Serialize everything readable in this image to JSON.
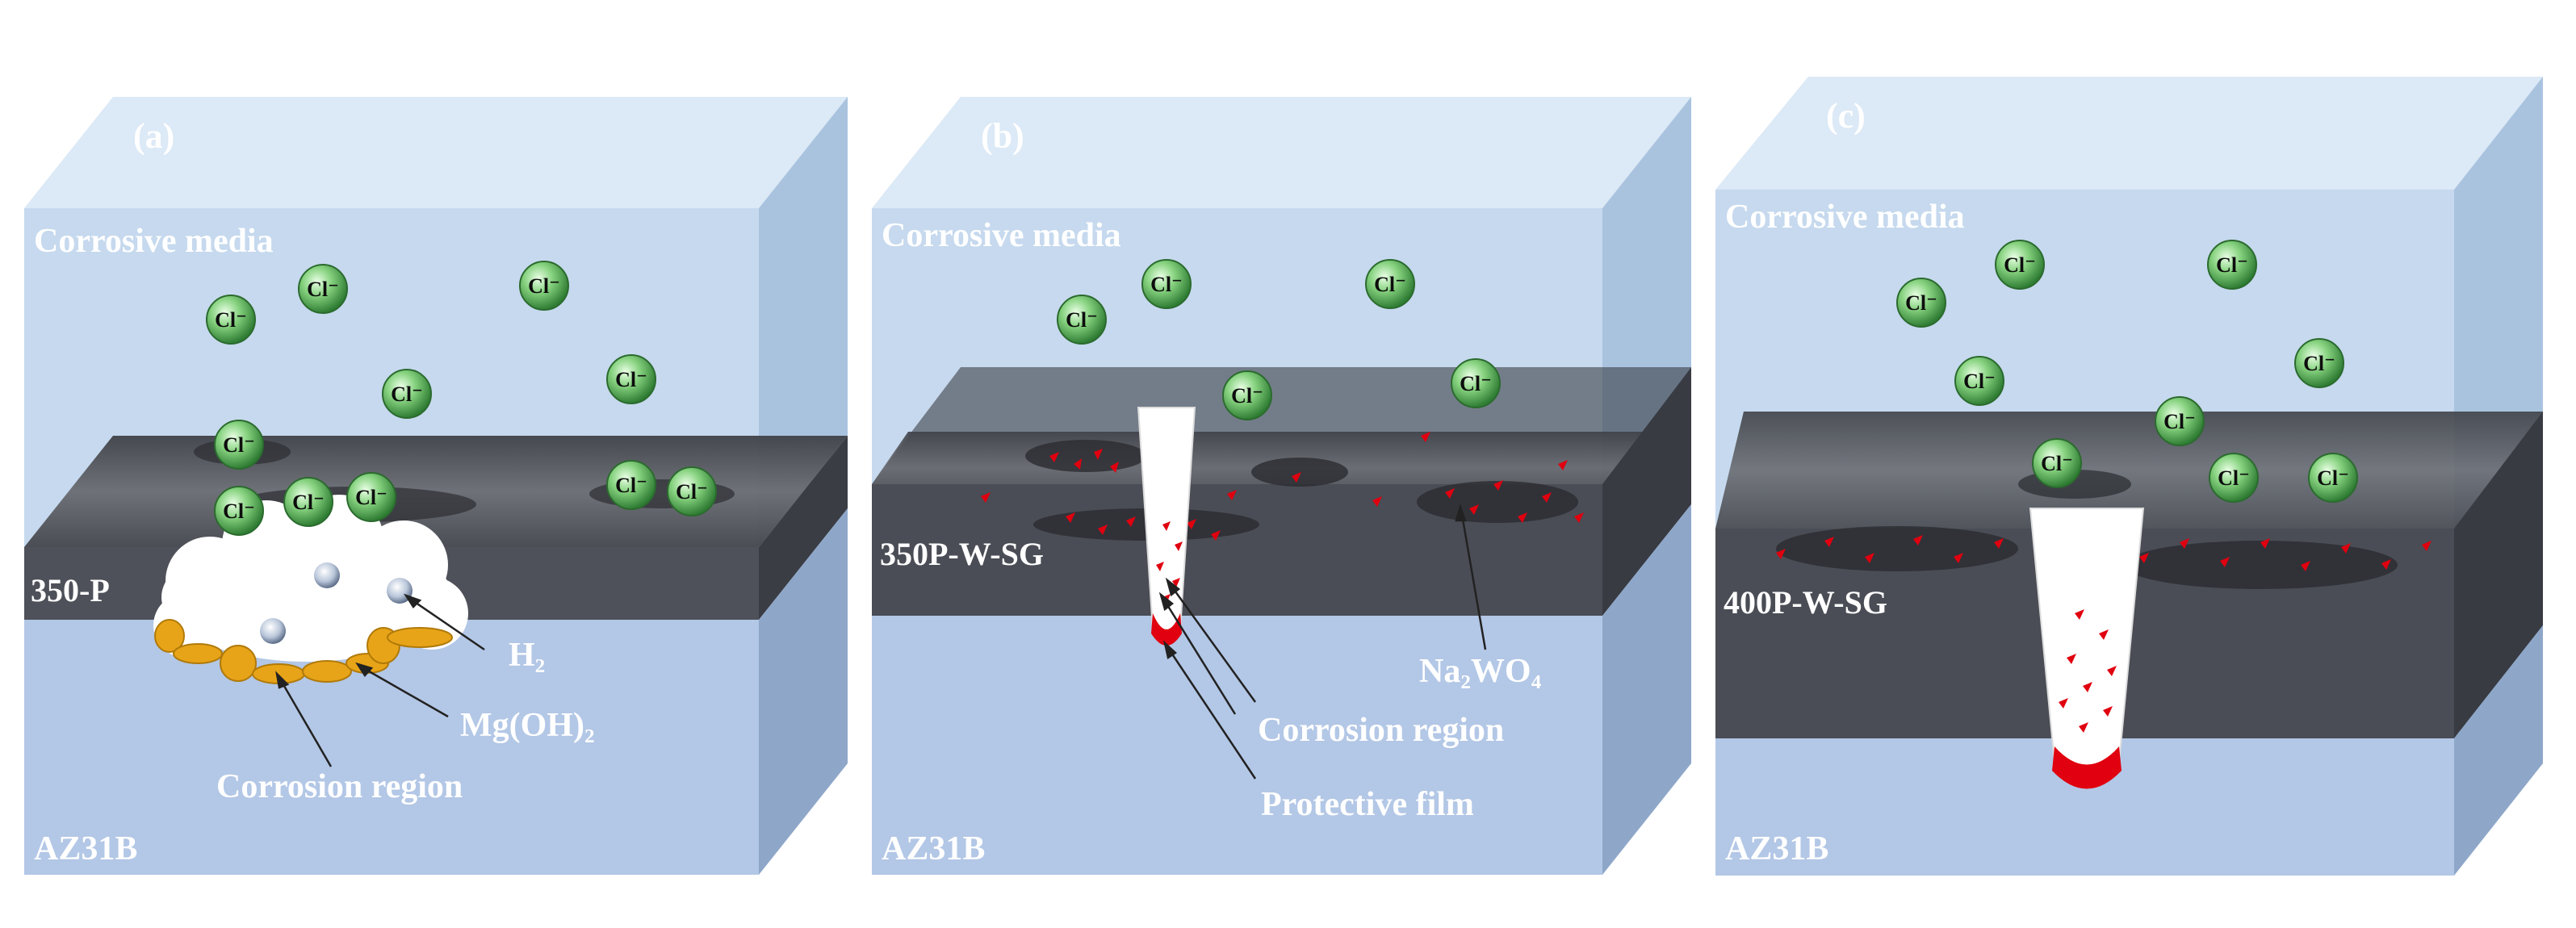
{
  "colors": {
    "media_front": "#c6d9ee",
    "media_top": "#d8e7f5",
    "media_side": "#aac4e0",
    "substrate_front": "#b4c8e6",
    "substrate_side": "#8ea7c9",
    "coating": "#4a4d55",
    "coating_side": "#3a3d44",
    "chloride": "#7fcf7a",
    "corrosion_red": "#e0000f",
    "mg_oh_2": "#e8a418",
    "label_white": "#ffffff",
    "label_dark": "#1a1a1a"
  },
  "ion_label": "Cl⁻",
  "panels": [
    {
      "letter": "(a)",
      "media_label": "Corrosive media",
      "coating_label": "350-P",
      "substrate_label": "AZ31B",
      "annotations": {
        "h2": "H₂",
        "mg": "Mg(OH)₂",
        "corrosion": "Corrosion region"
      }
    },
    {
      "letter": "(b)",
      "media_label": "Corrosive media",
      "coating_label": "350P-W-SG",
      "substrate_label": "AZ31B",
      "annotations": {
        "na": "Na₂WO₄",
        "corrosion": "Corrosion region",
        "film": "Protective film"
      }
    },
    {
      "letter": "(c)",
      "media_label": "Corrosive media",
      "coating_label": "400P-W-SG",
      "substrate_label": "AZ31B"
    }
  ]
}
